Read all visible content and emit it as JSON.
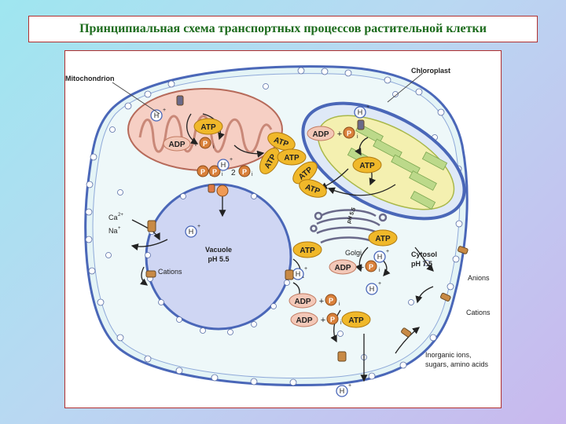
{
  "title": "Принципиальная схема транспортных процессов растительной клетки",
  "labels": {
    "mitochondrion": "Mitochondrion",
    "chloroplast": "Chloroplast",
    "vacuole": "Vacuole",
    "vacuole_ph": "pH 5.5",
    "golgi": "Golgi",
    "golgi_ph": "pH 5.5",
    "cytosol": "Cytosol",
    "cytosol_ph": "pH 7.5",
    "ca": "Ca",
    "ca_charge": "2+",
    "na": "Na",
    "na_charge": "+",
    "cations_left": "Cations",
    "cations_right": "Cations",
    "anions": "Anions",
    "inorganic_1": "Inorganic ions,",
    "inorganic_2": "sugars, amino acids",
    "atp": "ATP",
    "adp": "ADP",
    "plus": "+",
    "p": "P",
    "i": "i",
    "h": "H",
    "h_charge": "+",
    "two": "2"
  },
  "colors": {
    "title": "#1c6b1c",
    "border": "#b03030",
    "atp": "#f0b82a",
    "adp": "#f3c8b8",
    "p": "#d9803a",
    "vacuole": "#cfd6f3",
    "mitochondrion": "#f6cfc4",
    "chloroplast": "#f4f0b0",
    "membrane": "#4a67b8"
  }
}
